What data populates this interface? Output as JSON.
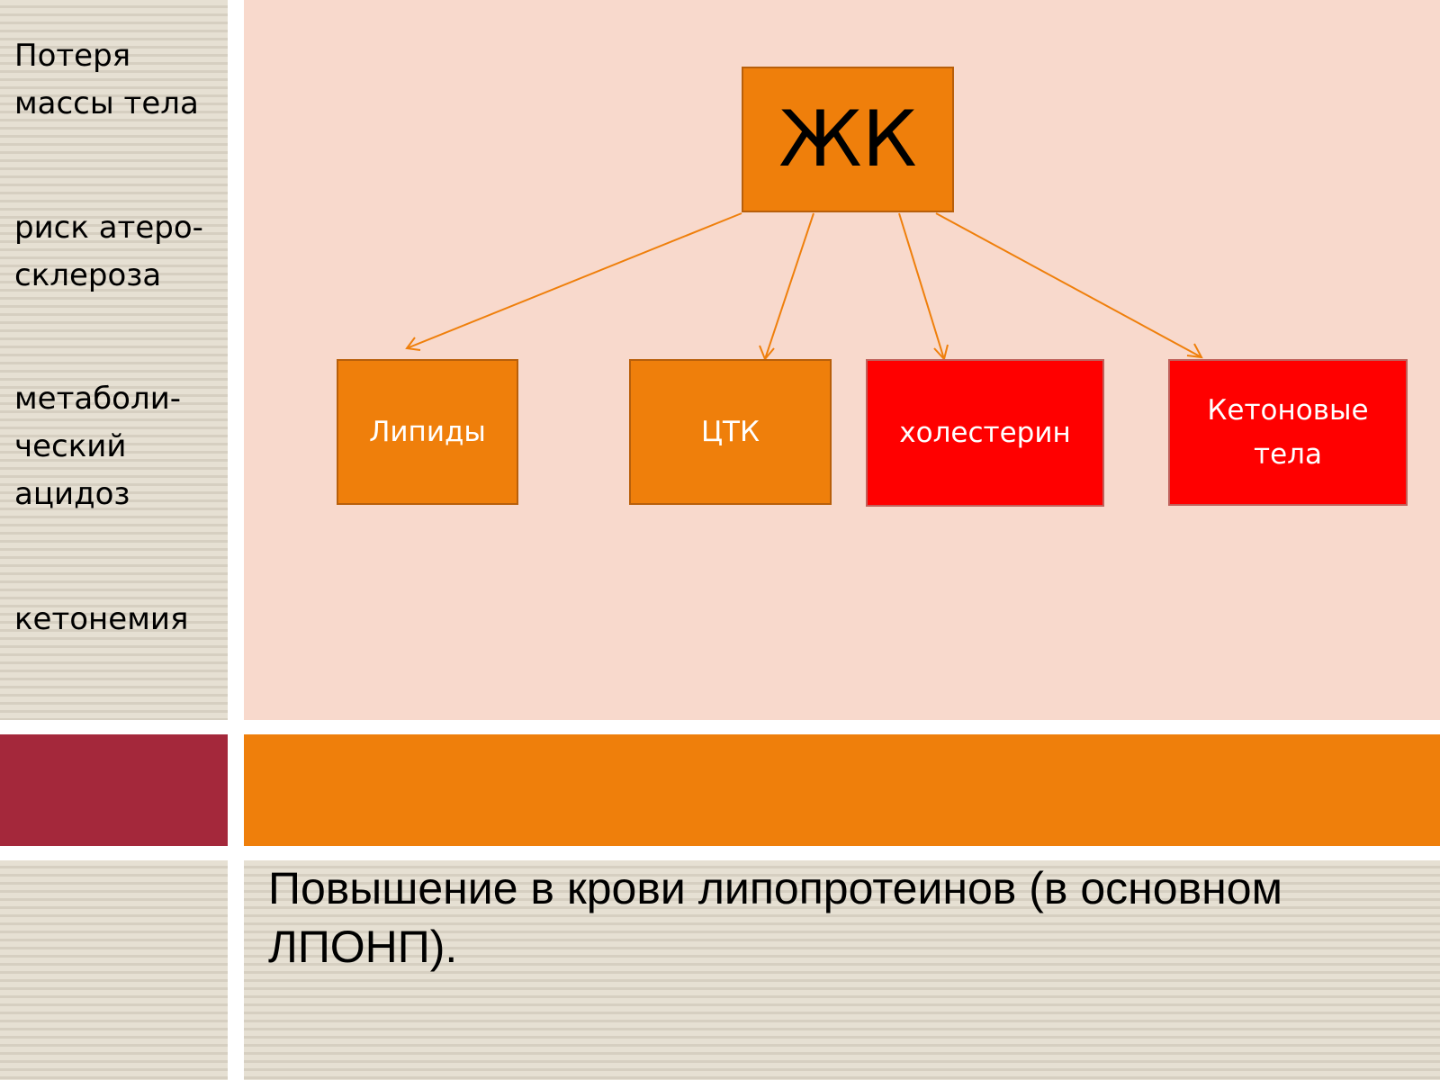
{
  "sidebar": {
    "items": [
      "Потеря\nмассы тела",
      "риск атеро-\nсклероза",
      "метаболи-\nческий\nацидоз",
      "кетонемия"
    ]
  },
  "diagram": {
    "root": "ЖК",
    "children": [
      "Липиды",
      "ЦТК",
      "холестерин",
      "Кетоновые\nтела"
    ]
  },
  "colors": {
    "orange": "#ef7f0b",
    "red": "#ff0000",
    "panel": "#f8d9cc",
    "bar_left": "#a4283b"
  },
  "footer": {
    "text": "Повышение  в крови липопротеинов (в основном ЛПОНП)."
  }
}
